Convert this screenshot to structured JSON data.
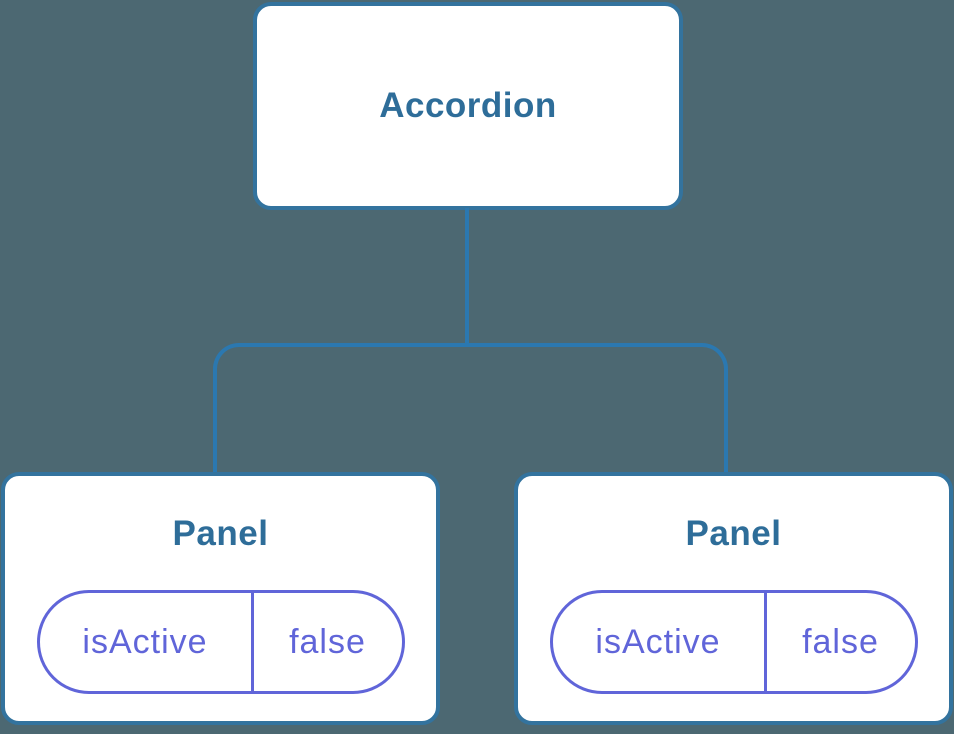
{
  "diagram": {
    "type": "component-tree",
    "root": {
      "label": "Accordion"
    },
    "children": [
      {
        "label": "Panel",
        "prop": {
          "name": "isActive",
          "value": "false"
        }
      },
      {
        "label": "Panel",
        "prop": {
          "name": "isActive",
          "value": "false"
        }
      }
    ],
    "colors": {
      "background": "#4c6872",
      "node_fill": "#ffffff",
      "node_border": "#33739e",
      "connector": "#2b78b0",
      "node_label": "#2e6d99",
      "prop": "#6065d9"
    }
  }
}
